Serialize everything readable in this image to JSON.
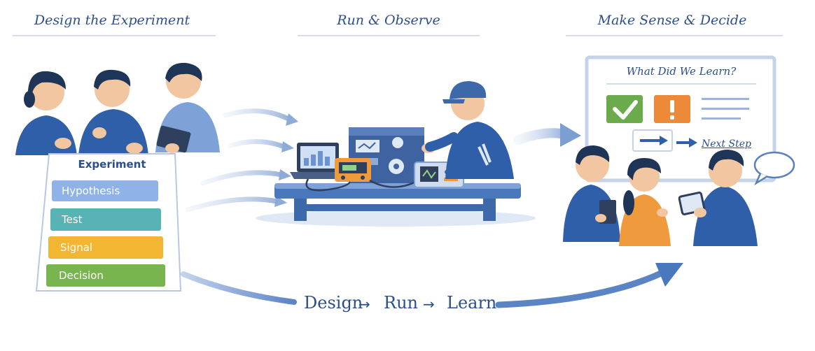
{
  "sections": [
    {
      "title": "Design the Experiment"
    },
    {
      "title": "Run & Observe"
    },
    {
      "title": "Make Sense & Decide"
    }
  ],
  "experiment_card": {
    "title": "Experiment",
    "steps": [
      {
        "label": "Hypothesis",
        "color": "#8fb3e8"
      },
      {
        "label": "Test",
        "color": "#57b3b4"
      },
      {
        "label": "Signal",
        "color": "#f2b632"
      },
      {
        "label": "Decision",
        "color": "#79b54f"
      }
    ]
  },
  "board": {
    "title": "What Did We Learn?",
    "next_step": "Next Step",
    "check_color": "#6cab4c",
    "alert_color": "#ec8a3a"
  },
  "flow": {
    "steps": [
      "Design",
      "Run",
      "Learn"
    ],
    "arrow": "→"
  },
  "colors": {
    "primary_blue": "#2f5fa8",
    "title_blue": "#2b4f8c",
    "skin": "#f2c6a0",
    "hair": "#1f3557",
    "accent_orange": "#ef9a3c"
  }
}
